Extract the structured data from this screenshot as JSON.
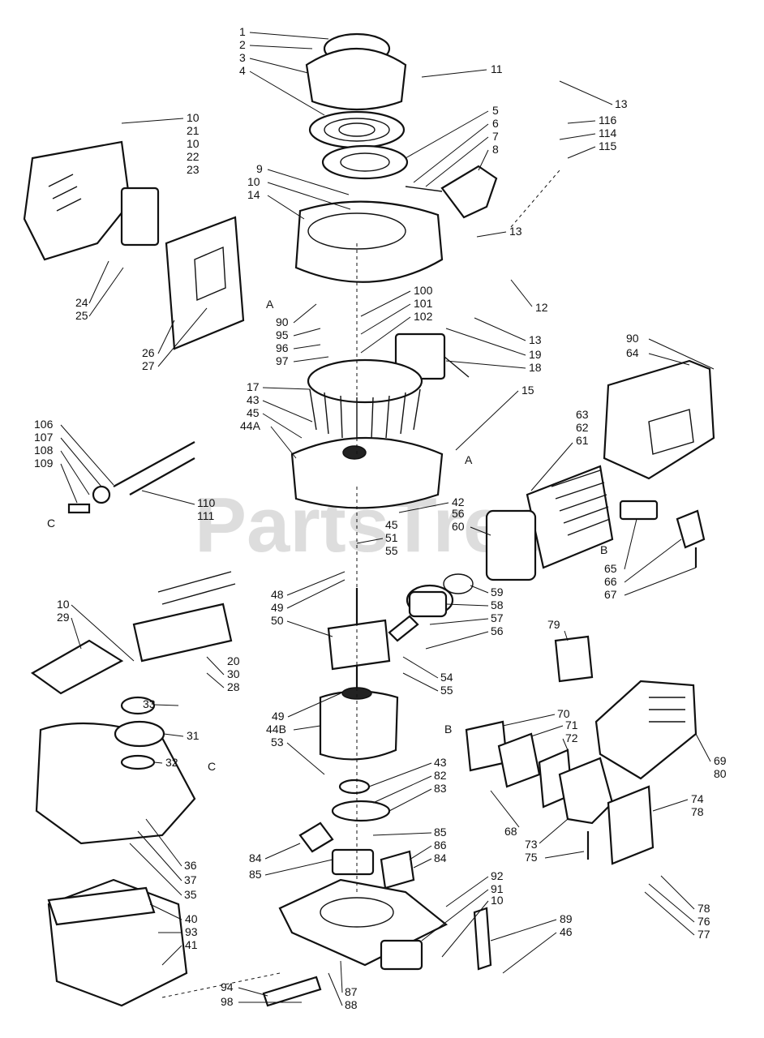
{
  "watermark": "PartsTree",
  "markers": {
    "A": "A",
    "B": "B",
    "C": "C"
  },
  "parts": {
    "starter_cover": "1",
    "starter_screw": "2",
    "starter_housing": "3",
    "rewind_spring": "4",
    "pulley": "5",
    "rope": "6",
    "handle_grip": "7",
    "handle": "8",
    "washer": "9",
    "screw10": "10",
    "decal11": "11",
    "decal12": "12",
    "screw13": "13",
    "fan_housing": "14",
    "nut15": "15",
    "flywheel": "17",
    "ignition_module": "18",
    "wire19": "19",
    "handle_bracket": "20",
    "muffler_shield": "21",
    "shield_screw": "22",
    "shield_washer": "23",
    "nut24": "24",
    "washer25": "25",
    "muffler": "26",
    "gasket27": "27",
    "screw28": "28",
    "strap": "29",
    "clip30": "30",
    "fuel_cap": "31",
    "cap_gasket": "32",
    "cap_filter": "33",
    "tank_cover": "35",
    "tank36": "36",
    "tank37": "37",
    "guard40": "40",
    "guard41": "41",
    "bearing42": "42",
    "seal43": "43",
    "crankcase_half_a": "44A",
    "crankcase_half_b": "44B",
    "pin45": "45",
    "screw46": "46",
    "seal48": "48",
    "bearing49": "49",
    "crankshaft": "50",
    "key51": "51",
    "bolt53": "53",
    "thrust_washer": "54",
    "needle_bearing": "55",
    "wrist_pin": "56",
    "piston_clip": "57",
    "piston": "58",
    "piston_ring": "59",
    "cylinder_gasket": "60",
    "cylinder_screw61": "61",
    "cylinder_screw62": "62",
    "cylinder_screw63": "63",
    "engine_cover": "64",
    "spark_plug": "65",
    "plug_boot": "66",
    "plug_terminal": "67",
    "carb_screw": "68",
    "air_filter_screw": "69",
    "insulator": "70",
    "carb_adapter": "71",
    "carb_gasket": "72",
    "carburetor": "73",
    "filter_base": "74",
    "choke_link": "75",
    "choke_lever": "76",
    "choke_spring": "77",
    "choke_screw": "78",
    "filter_element": "79",
    "air_filter_cover": "80",
    "clutch_washer82": "82",
    "clutch_hub": "83",
    "clutch_shoe": "84",
    "clutch_spring": "85",
    "clutch_spring86": "86",
    "clutch_housing": "87",
    "housing_screw": "88",
    "bracket89": "89",
    "screw90": "90",
    "switch": "91",
    "switch_wire": "92",
    "guard_screw": "93",
    "throttle_lever": "94",
    "clip95": "95",
    "spring96": "96",
    "washer97": "97",
    "nut98": "98",
    "flywheel_nut": "100",
    "flywheel_washer": "101",
    "flywheel_lock": "102",
    "drive_shaft_tube": "106",
    "sleeve107": "107",
    "bushing108": "108",
    "pin109": "109",
    "drive_cable": "110",
    "cable_core": "111",
    "primer_screw": "114",
    "primer_rod": "115",
    "primer_nut": "116"
  }
}
